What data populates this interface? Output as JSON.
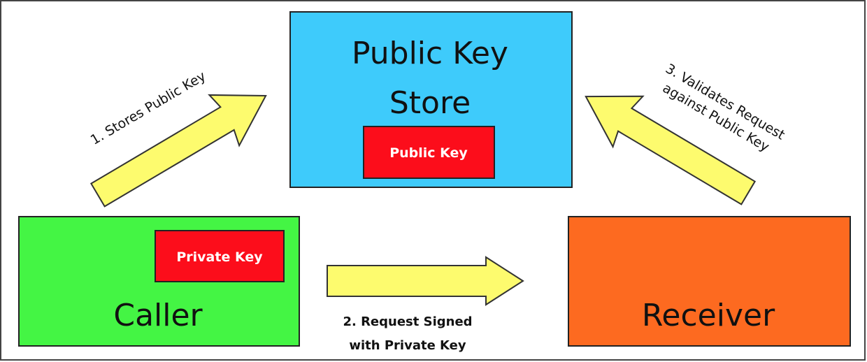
{
  "colors": {
    "store": "#3ecbfb",
    "key": "#fc0d1b",
    "caller": "#44f544",
    "receiver": "#fd6a20",
    "arrow": "#fdfb6e"
  },
  "store": {
    "title_line1": "Public Key",
    "title_line2": "Store",
    "key_label": "Public Key"
  },
  "caller": {
    "title": "Caller",
    "key_label": "Private Key"
  },
  "receiver": {
    "title": "Receiver"
  },
  "steps": {
    "step1": "1. Stores Public Key",
    "step2_line1": "2. Request Signed",
    "step2_line2": "with Private Key",
    "step3_line1": "3. Validates Request",
    "step3_line2": "against Public Key"
  }
}
